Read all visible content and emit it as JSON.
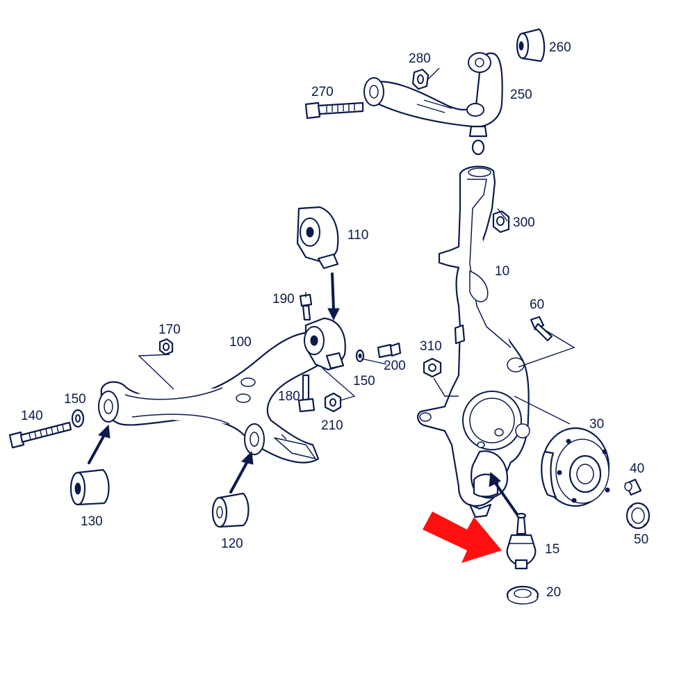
{
  "accent_color": "#ff1010",
  "line_color": "#0b1a4a",
  "callouts": {
    "p10": "10",
    "p15": "15",
    "p20": "20",
    "p30": "30",
    "p40": "40",
    "p50": "50",
    "p60": "60",
    "p100": "100",
    "p110": "110",
    "p120": "120",
    "p130": "130",
    "p140": "140",
    "p150a": "150",
    "p150b": "150",
    "p170": "170",
    "p180": "180",
    "p190": "190",
    "p200": "200",
    "p210": "210",
    "p250": "250",
    "p260": "260",
    "p270": "270",
    "p280": "280",
    "p300": "300",
    "p310": "310"
  },
  "highlighted_part": "15"
}
